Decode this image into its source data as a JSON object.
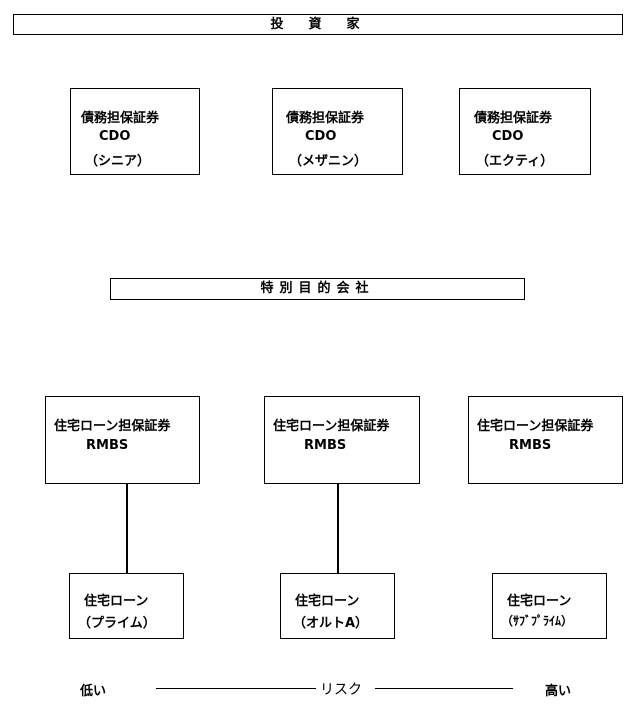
{
  "investors": {
    "label": "投　資　家"
  },
  "cdo_boxes": [
    {
      "title": "債務担保証券",
      "code": "CDO",
      "tranche": "（シニア）"
    },
    {
      "title": "債務担保証券",
      "code": "CDO",
      "tranche": "（メザニン）"
    },
    {
      "title": "債務担保証券",
      "code": "CDO",
      "tranche": "（エクティ）"
    }
  ],
  "spv": {
    "label": "特別目的会社"
  },
  "rmbs_boxes": [
    {
      "title": "住宅ローン担保証券",
      "code": "RMBS"
    },
    {
      "title": "住宅ローン担保証券",
      "code": "RMBS"
    },
    {
      "title": "住宅ローン担保証券",
      "code": "RMBS"
    }
  ],
  "loan_boxes": [
    {
      "title": "住宅ローン",
      "grade": "（プライム）"
    },
    {
      "title": "住宅ローン",
      "grade": "（オルトA）"
    },
    {
      "title": "住宅ローン",
      "grade": "（ｻﾌﾞﾌﾟﾗｲﾑ）"
    }
  ],
  "risk_scale": {
    "low": "低い",
    "label": "リスク",
    "high": "高い"
  }
}
